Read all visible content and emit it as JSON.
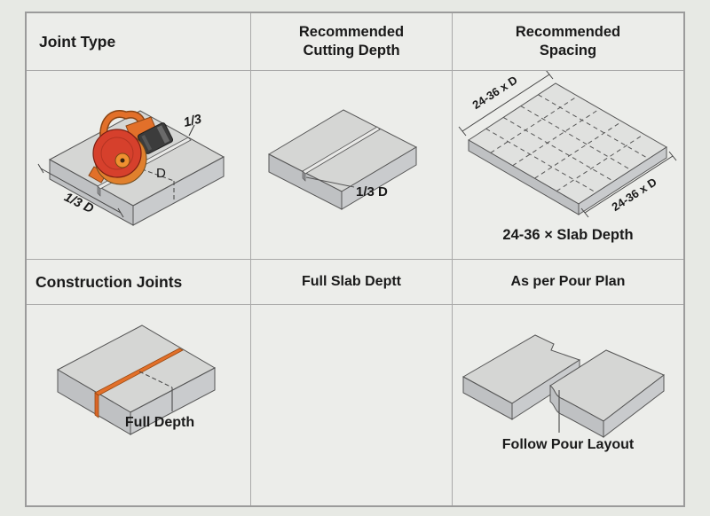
{
  "headers": {
    "joint_type": "Joint Type",
    "cutting_depth": "Recommended Cutting Depth",
    "spacing": "Recommended Spacing"
  },
  "row2": {
    "construction_joints": "Construction Joints",
    "full_slab_depth": "Full Slab Deptt",
    "pour_plan": "As per Pour Plan"
  },
  "diagrams": {
    "saw": {
      "fraction": "1/3",
      "depth": "D",
      "width": "1/3 D"
    },
    "cut": {
      "label": "1/3 D"
    },
    "grid": {
      "edge_top": "24-36 x D",
      "edge_bottom": "24-36 x D",
      "caption": "24-36 × Slab Depth"
    },
    "full_depth": {
      "label": "Full Depth"
    },
    "pour": {
      "label": "Follow Pour Layout"
    }
  },
  "colors": {
    "saw_red": "#d6402c",
    "saw_orange": "#e2702a",
    "joint_orange": "#e2702a",
    "slab_top": "#d5d6d4",
    "slab_side": "#bfc1c3",
    "background": "#e7e9e4",
    "cell_background": "#ecedea",
    "border": "#a9a9a9"
  }
}
